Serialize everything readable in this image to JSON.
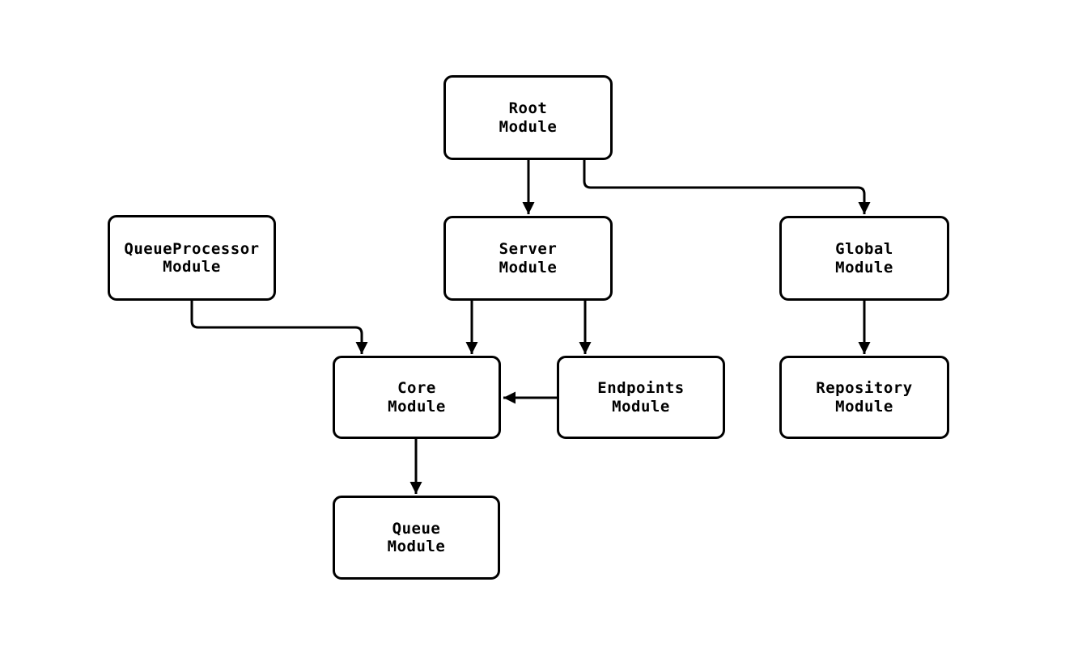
{
  "diagram": {
    "type": "module-dependency-flowchart",
    "background_color": "#ffffff",
    "node_fill": "#ffffff",
    "node_border_color": "#000000",
    "edge_color": "#000000",
    "text_color": "#000000",
    "nodes": {
      "root": {
        "label": "Root\nModule"
      },
      "queueprocessor": {
        "label": "QueueProcessor\nModule"
      },
      "server": {
        "label": "Server\nModule"
      },
      "global": {
        "label": "Global\nModule"
      },
      "core": {
        "label": "Core\nModule"
      },
      "endpoints": {
        "label": "Endpoints\nModule"
      },
      "repository": {
        "label": "Repository\nModule"
      },
      "queue": {
        "label": "Queue\nModule"
      }
    },
    "edges": [
      {
        "from": "Root Module",
        "to": "Server Module"
      },
      {
        "from": "Root Module",
        "to": "Global Module"
      },
      {
        "from": "QueueProcessor Module",
        "to": "Core Module"
      },
      {
        "from": "Server Module",
        "to": "Core Module"
      },
      {
        "from": "Server Module",
        "to": "Endpoints Module"
      },
      {
        "from": "Endpoints Module",
        "to": "Core Module"
      },
      {
        "from": "Global Module",
        "to": "Repository Module"
      },
      {
        "from": "Core Module",
        "to": "Queue Module"
      }
    ]
  }
}
